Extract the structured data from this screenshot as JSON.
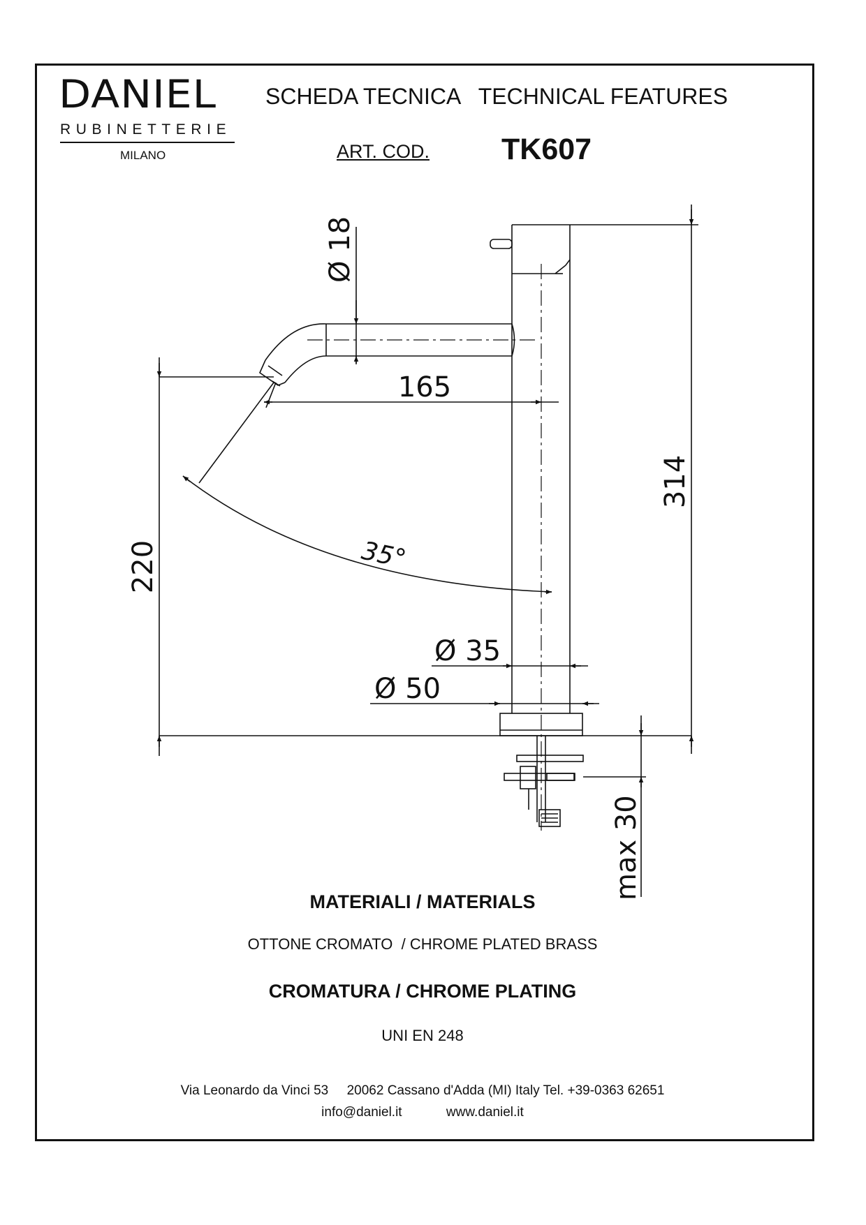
{
  "header": {
    "brand": "DANIEL",
    "brand_sub": "RUBINETTERIE",
    "city": "MILANO",
    "title": "SCHEDA TECNICA   TECHNICAL FEATURES",
    "art_label": "ART. COD. ",
    "model": "TK607"
  },
  "dimensions": {
    "spout_diameter": "Ø 18",
    "spout_reach": "165",
    "total_height": "314",
    "spout_height": "220",
    "angle": "35°",
    "body_diameter": "Ø 35",
    "base_diameter": "Ø 50",
    "max_thickness": "max 30"
  },
  "specs": {
    "materials_title": "MATERIALI / MATERIALS",
    "materials_value": "OTTONE CROMATO  / CHROME PLATED BRASS",
    "plating_title": "CROMATURA / CHROME PLATING",
    "plating_value": "UNI EN 248"
  },
  "footer": {
    "address": "Via Leonardo da Vinci 53     20062 Cassano d'Adda (MI) Italy Tel. +39-0363 62651",
    "contact": "info@daniel.it            www.daniel.it"
  }
}
